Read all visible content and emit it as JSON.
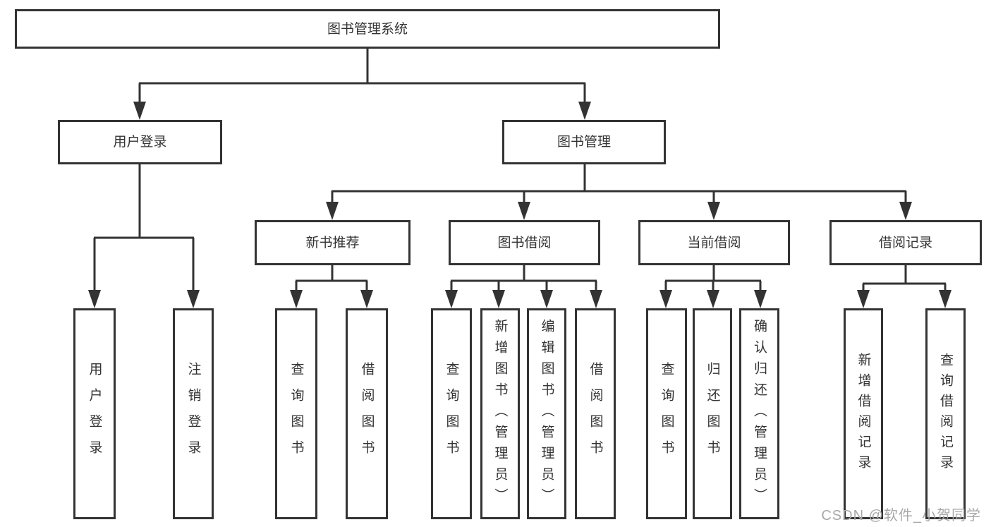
{
  "diagram": {
    "nodes": {
      "root": "图书管理系统",
      "user_login": "用户登录",
      "book_mgmt": "图书管理",
      "new_books": "新书推荐",
      "book_borrow": "图书借阅",
      "current_borrow": "当前借阅",
      "borrow_records": "借阅记录"
    },
    "leaves": {
      "user_login": [
        "用户登录",
        "注销登录"
      ],
      "new_books": [
        "查询图书",
        "借阅图书"
      ],
      "book_borrow": [
        "查询图书",
        "新增图书（管理员）",
        "编辑图书（管理员）",
        "借阅图书"
      ],
      "current_borrow": [
        "查询图书",
        "归还图书",
        "确认归还（管理员）"
      ],
      "borrow_records": [
        "新增借阅记录",
        "查询借阅记录"
      ]
    },
    "watermark": "CSDN @软件_小贺同学",
    "colors": {
      "line": "#333333",
      "box_border": "#333333",
      "box_background": "#ffffff",
      "text": "#333333",
      "watermark": "#a8a8a8"
    }
  }
}
